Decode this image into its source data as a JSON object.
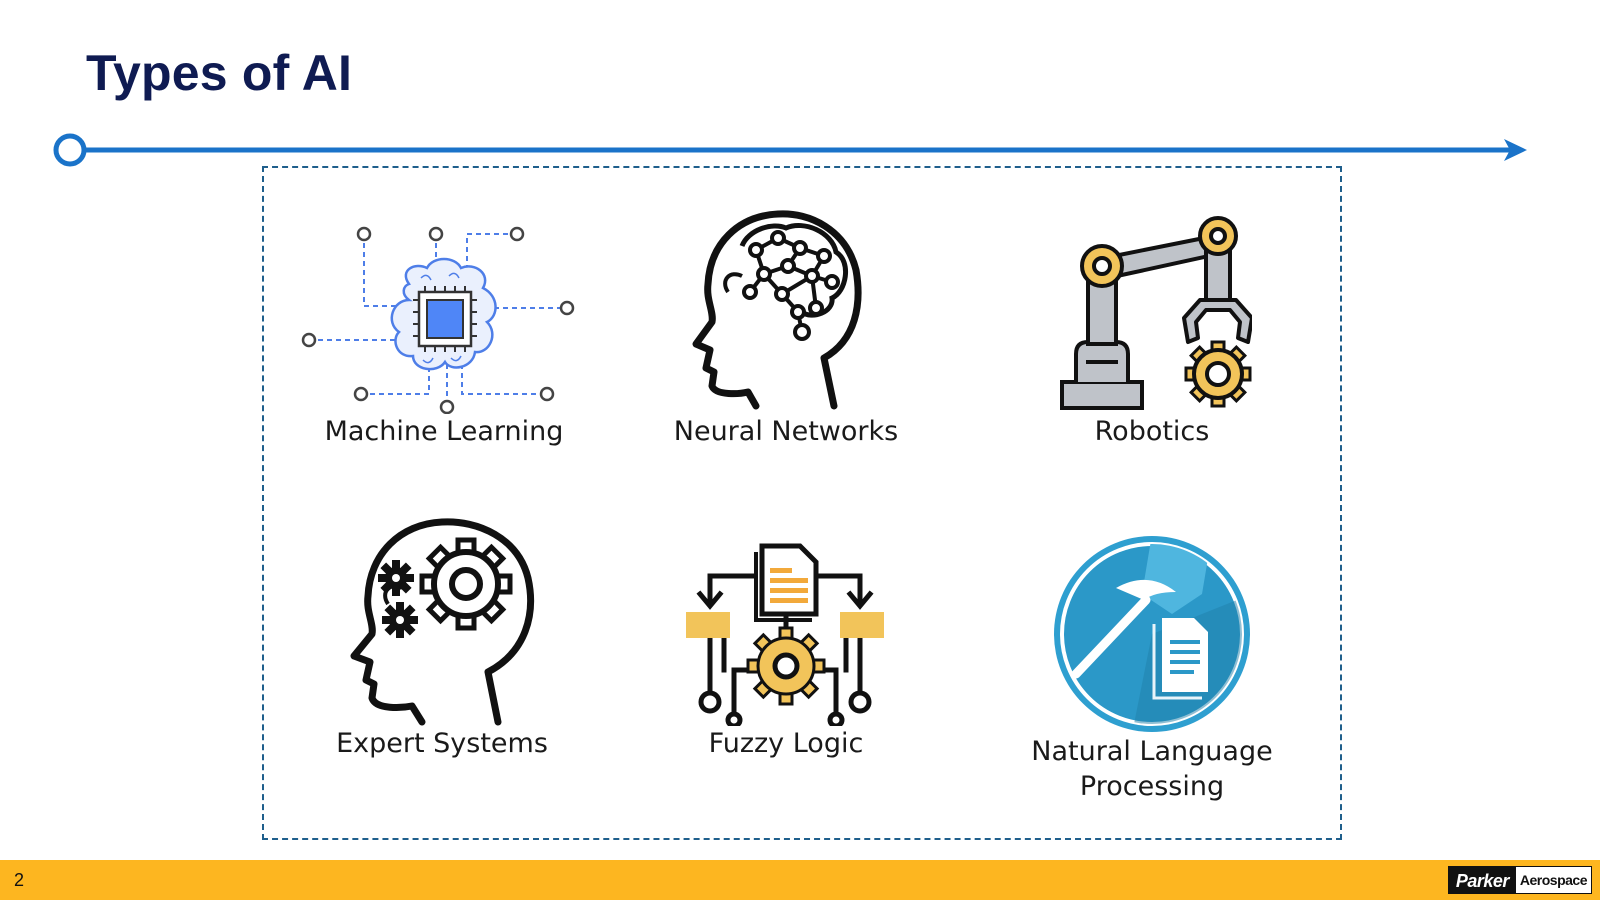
{
  "slide": {
    "title": "Types of AI",
    "page_number": "2"
  },
  "tiles": [
    {
      "label": "Machine Learning",
      "icon": "chip-brain-icon"
    },
    {
      "label": "Neural Networks",
      "icon": "neural-head-icon"
    },
    {
      "label": "Robotics",
      "icon": "robot-arm-icon"
    },
    {
      "label": "Expert Systems",
      "icon": "gear-head-icon"
    },
    {
      "label": "Fuzzy Logic",
      "icon": "flow-gear-icon"
    },
    {
      "label": "Natural Language",
      "label_line2": "Processing",
      "icon": "nlp-circle-icon"
    }
  ],
  "footer": {
    "logo_primary": "Parker",
    "logo_secondary": "Aerospace"
  },
  "colors": {
    "title": "#0f1b52",
    "timeline": "#1a73c9",
    "footer": "#fdb620",
    "icon_accent": "#f2c45a",
    "nlp_blue": "#2e9fd0"
  }
}
